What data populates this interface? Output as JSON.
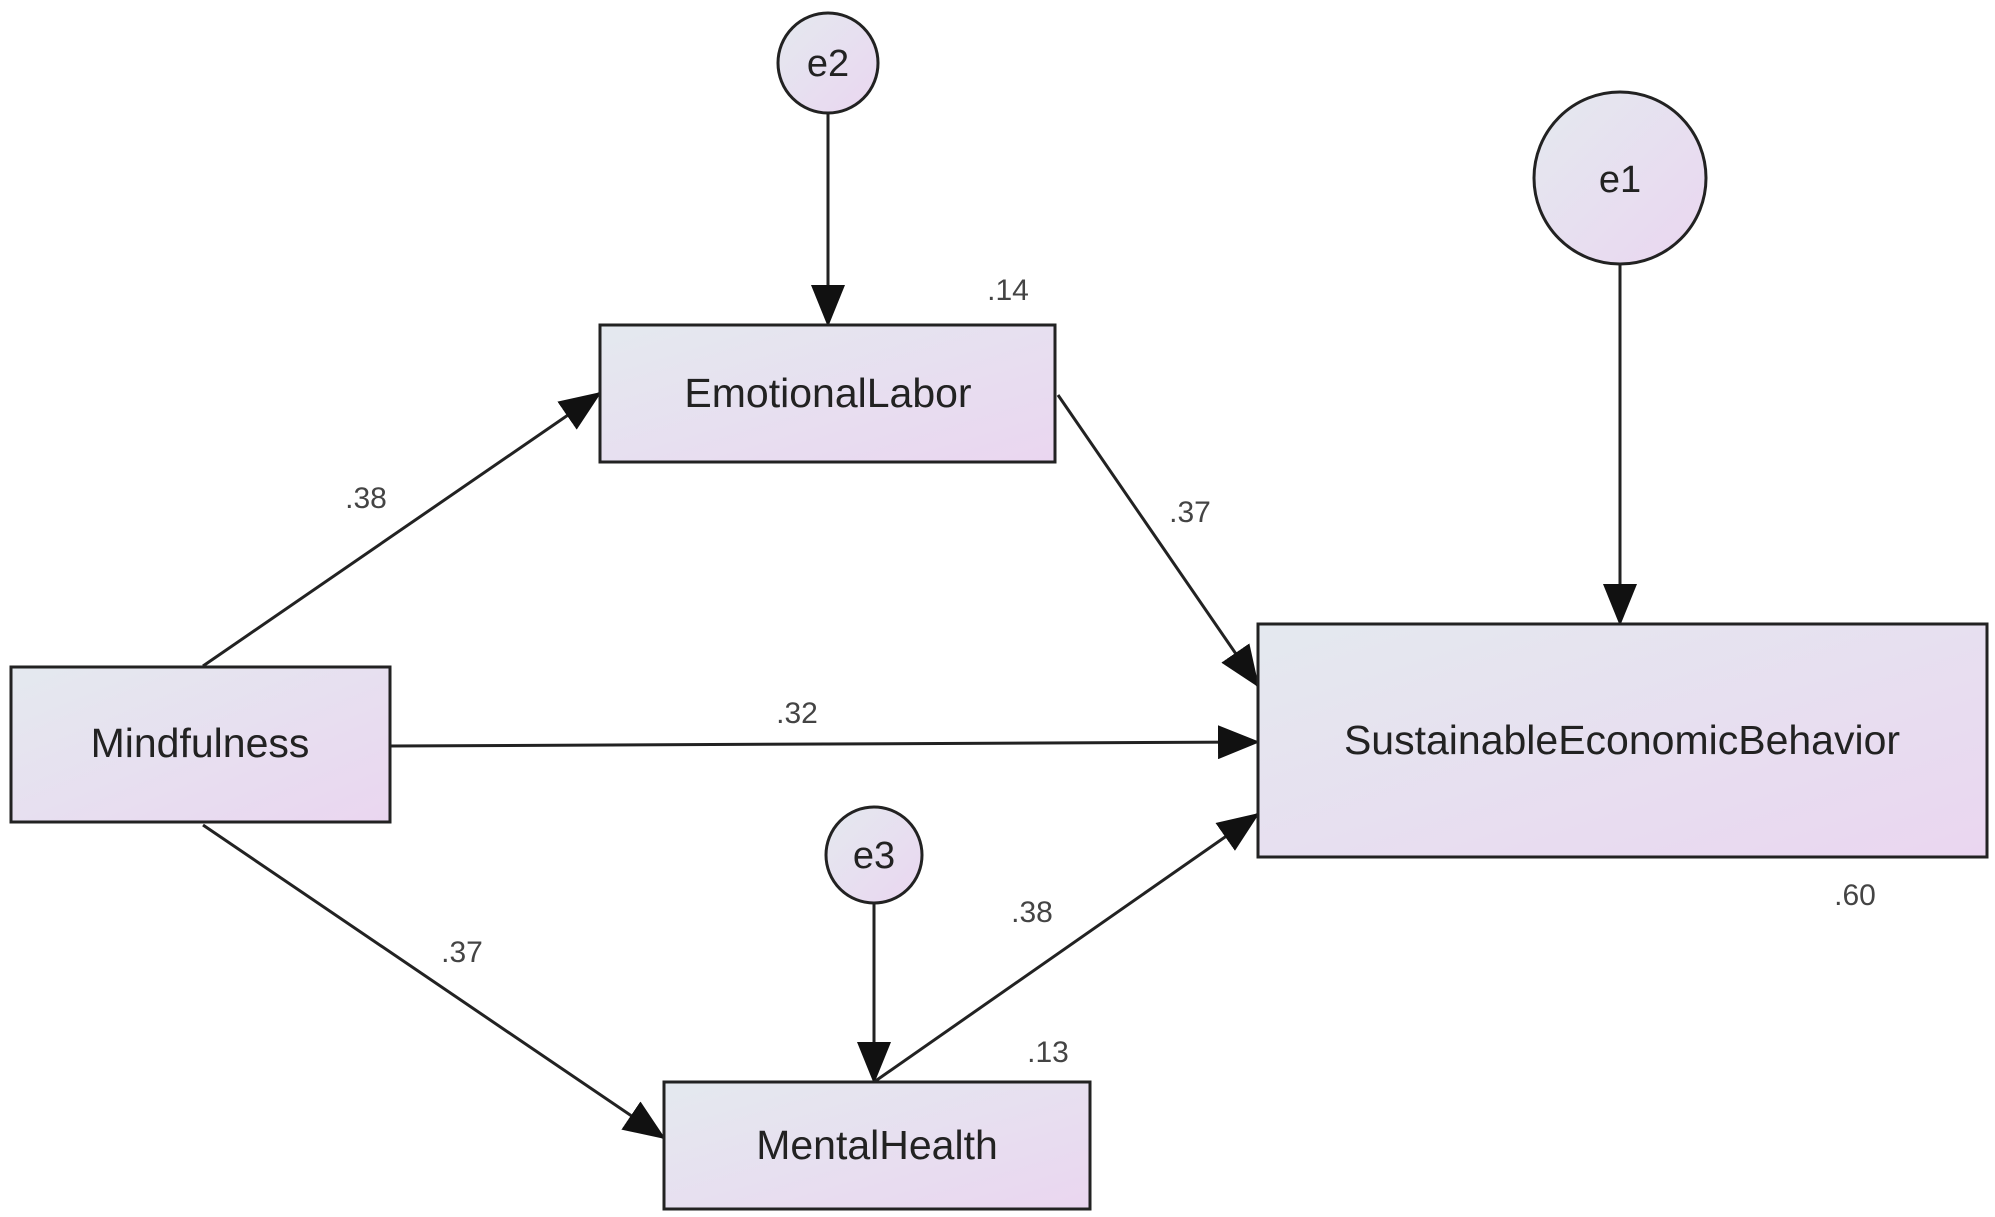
{
  "colors": {
    "box_fill_start": "#e4e9ef",
    "box_fill_end": "#ead6f0",
    "stroke": "#222222",
    "text": "#222222",
    "coef_text": "#444444"
  },
  "nodes": {
    "mindfulness": {
      "label": "Mindfulness"
    },
    "emotional_labor": {
      "label": "EmotionalLabor",
      "r2": ".14"
    },
    "mental_health": {
      "label": "MentalHealth",
      "r2": ".13"
    },
    "seb": {
      "label": "SustainableEconomicBehavior",
      "r2": ".60"
    },
    "e1": {
      "label": "e1"
    },
    "e2": {
      "label": "e2"
    },
    "e3": {
      "label": "e3"
    }
  },
  "paths": {
    "mind_to_el": ".38",
    "el_to_seb": ".37",
    "mind_to_seb": ".32",
    "mind_to_mh": ".37",
    "mh_to_seb": ".38"
  }
}
